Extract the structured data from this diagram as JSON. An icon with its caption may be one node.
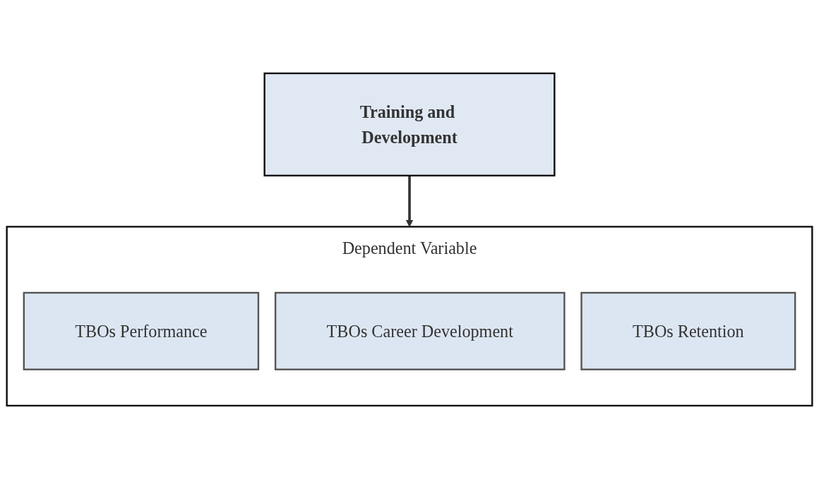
{
  "diagram": {
    "nodes": [
      {
        "text": [
          "Training and Development"
        ]
      },
      {
        "text": [
          "Dependent Variable"
        ]
      },
      {
        "text": [
          "TBOs Performance"
        ],
        "in": 1
      },
      {
        "text": [
          "TBOs Career Development"
        ],
        "in": 1
      },
      {
        "text": [
          "TBOs Retention"
        ],
        "in": 1
      }
    ],
    "edges": [
      {
        "from": 0,
        "to": 1,
        "arrow": "to"
      }
    ]
  }
}
